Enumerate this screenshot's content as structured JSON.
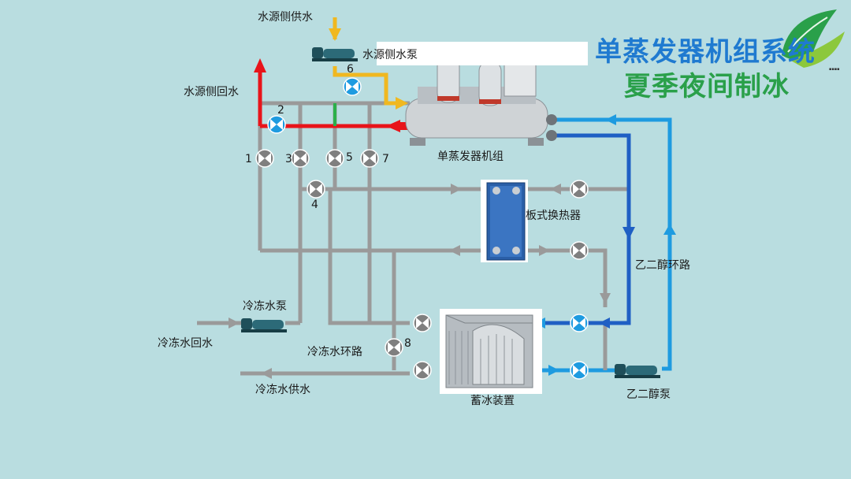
{
  "title": {
    "line1": "单蒸发器机组系统",
    "line2": "夏季夜间制冰"
  },
  "labels": {
    "source_supply": "水源侧供水",
    "source_pump": "水源侧水泵",
    "source_return": "水源侧回水",
    "chiller": "单蒸发器机组",
    "plate_hx": "板式换热器",
    "glycol_loop": "乙二醇环路",
    "chilled_pump": "冷冻水泵",
    "chilled_return": "冷冻水回水",
    "chilled_loop": "冷冻水环路",
    "chilled_supply": "冷冻水供水",
    "ice_storage": "蓄冰装置",
    "glycol_pump": "乙二醇泵"
  },
  "valve_numbers": [
    "1",
    "2",
    "3",
    "4",
    "5",
    "6",
    "7",
    "8"
  ],
  "colors": {
    "background": "#b9dde0",
    "pipe_inactive": "#9a9a9a",
    "pipe_hot": "#e8141a",
    "pipe_supply": "#f0b820",
    "pipe_glycol": "#1e9be0",
    "pipe_glycol_dark": "#1f5fc4",
    "pipe_green": "#2bb04a",
    "title_blue": "#1f7ad0",
    "title_green": "#2aa04a"
  },
  "icons": [
    "leaf-logo-icon",
    "valve-icon",
    "pump-icon",
    "chiller-icon",
    "plate-heat-exchanger-icon",
    "ice-tank-icon"
  ]
}
